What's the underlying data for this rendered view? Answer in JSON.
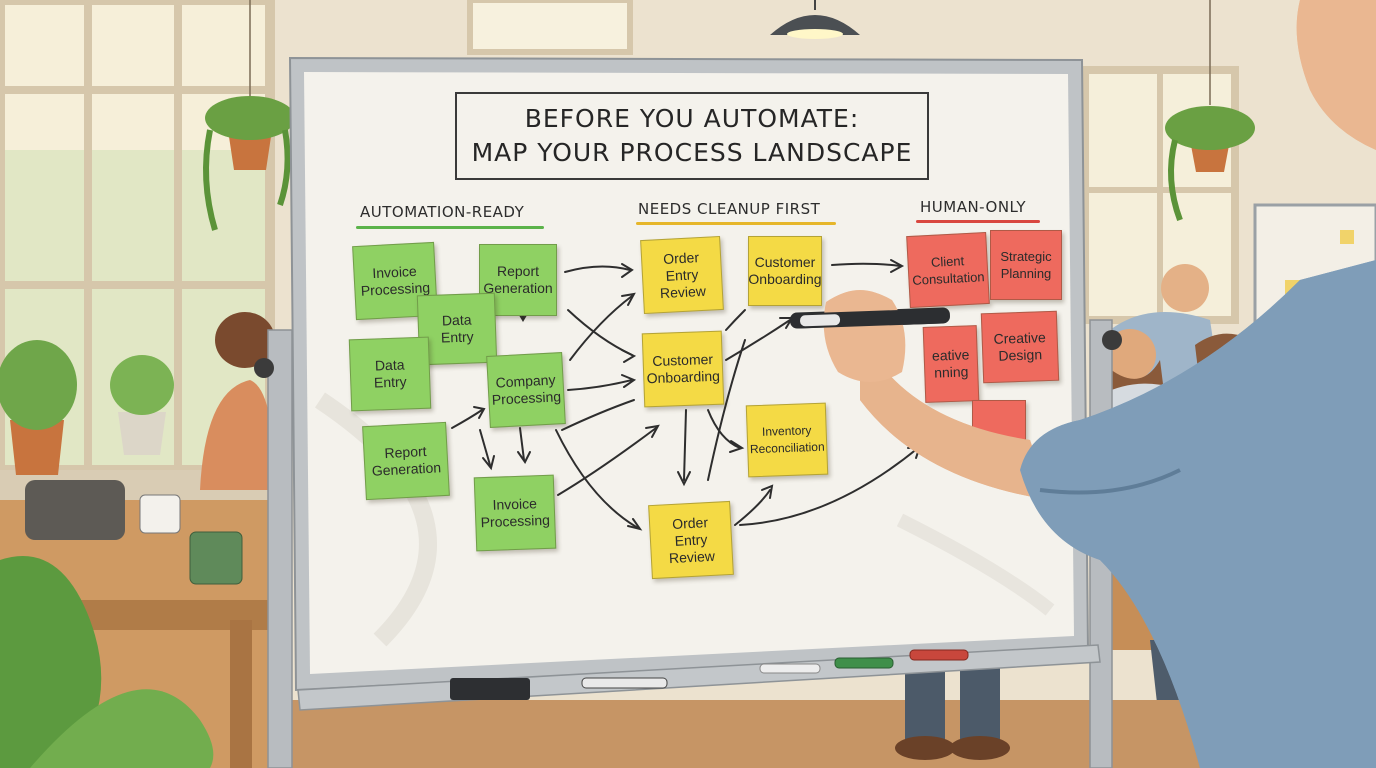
{
  "whiteboard": {
    "title_line1": "BEFORE YOU AUTOMATE:",
    "title_line2": "MAP YOUR PROCESS LANDSCAPE",
    "columns": [
      {
        "heading": "AUTOMATION-READY",
        "color": "#5bb34a"
      },
      {
        "heading": "NEEDS CLEANUP FIRST",
        "color": "#e6b62a"
      },
      {
        "heading": "HUMAN-ONLY",
        "color": "#d9473f"
      }
    ],
    "automation_ready_notes": [
      "Invoice Processing",
      "Report Generation",
      "Data Entry",
      "Data Entry",
      "Company Processing",
      "Report Generation",
      "Invoice Processing"
    ],
    "needs_cleanup_notes": [
      "Order Entry Review",
      "Customer Onboarding",
      "Customer Onboarding",
      "Inventory Reconciliation",
      "Order Entry Review"
    ],
    "human_only_notes": [
      "Client Consultation",
      "Strategic Planning",
      "eative nning",
      "Creative Design"
    ]
  },
  "colors": {
    "green_note": "#8fd163",
    "yellow_note": "#f4da45",
    "red_note": "#ee6a5e",
    "board": "#f4f2ec",
    "frame": "#b9bcbf"
  }
}
